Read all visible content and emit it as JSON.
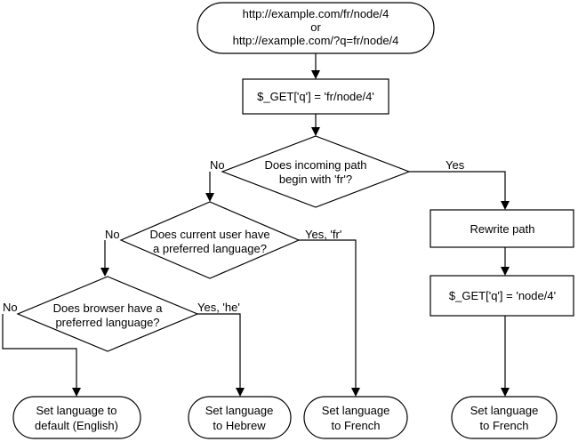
{
  "nodes": {
    "start": {
      "lines": [
        "http://example.com/fr/node/4",
        "or",
        "http://example.com/?q=fr/node/4"
      ]
    },
    "get_initial": {
      "lines": [
        "$_GET['q'] = 'fr/node/4'"
      ]
    },
    "decision_path": {
      "lines": [
        "Does incoming path",
        "begin with 'fr'?"
      ]
    },
    "decision_user": {
      "lines": [
        "Does current user have",
        "a preferred language?"
      ]
    },
    "decision_browser": {
      "lines": [
        "Does browser have a",
        "preferred language?"
      ]
    },
    "rewrite": {
      "lines": [
        "Rewrite path"
      ]
    },
    "get_rewritten": {
      "lines": [
        "$_GET['q'] = 'node/4'"
      ]
    },
    "end_default": {
      "lines": [
        "Set language to",
        "default (English)"
      ]
    },
    "end_hebrew": {
      "lines": [
        "Set language",
        "to Hebrew"
      ]
    },
    "end_french_user": {
      "lines": [
        "Set language",
        "to French"
      ]
    },
    "end_french_path": {
      "lines": [
        "Set language",
        "to French"
      ]
    }
  },
  "edge_labels": {
    "path_no": "No",
    "path_yes": "Yes",
    "user_no": "No",
    "user_yes": "Yes, 'fr'",
    "browser_no": "No",
    "browser_yes": "Yes, 'he'"
  }
}
